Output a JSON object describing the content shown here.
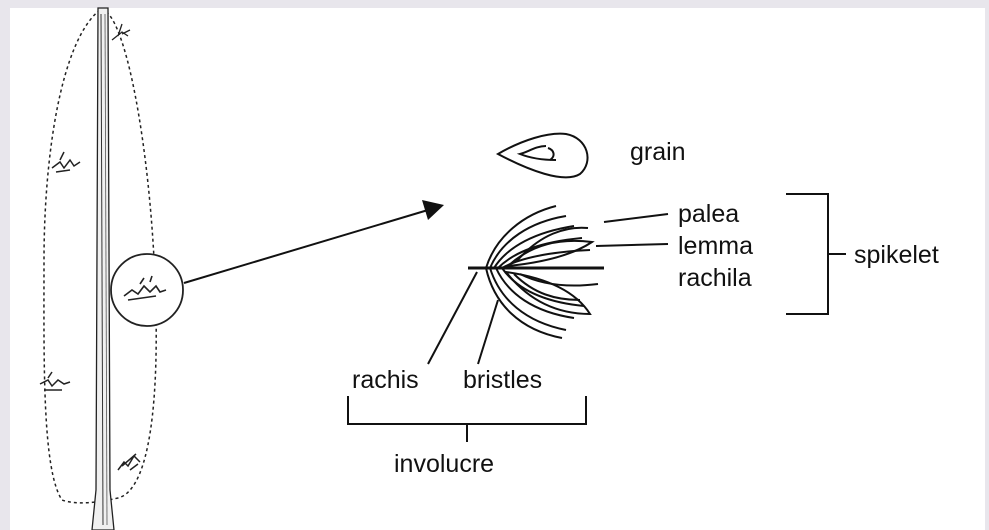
{
  "colors": {
    "background": "#e8e6ec",
    "panel": "#ffffff",
    "ink": "#111111"
  },
  "labels": {
    "grain": "grain",
    "palea": "palea",
    "lemma": "lemma",
    "rachila": "rachila",
    "spikelet": "spikelet",
    "rachis": "rachis",
    "bristles": "bristles",
    "involucre": "involucre"
  }
}
